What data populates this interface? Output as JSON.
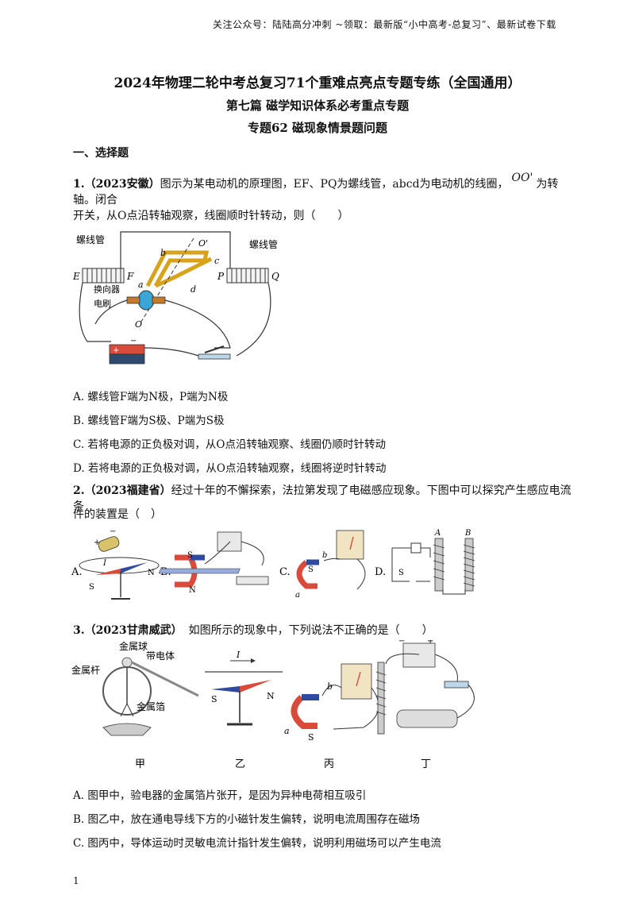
{
  "header_note": "关注公众号：陆陆高分冲刺 ~领取：最新版“小中高考-总复习”、最新试卷下载",
  "title_main": "2024年物理二轮中考总复习71个重难点亮点专题专练（全国通用）",
  "title_part": "第七篇 磁学知识体系必考重点专题",
  "title_topic": "专题62 磁现象情景题问题",
  "section1": "一、选择题",
  "q1": {
    "source": "1.（2023安徽）",
    "stem_a": "图示为某电动机的原理图，EF、PQ为螺线管，abcd为电动机的线圈，",
    "oo": "OO'",
    "stem_b": "为转轴。闭合",
    "stem_c": "开关，从O点沿转轴观察，线圈顺时针转动，则（　　）",
    "fig": {
      "coil_left": "螺线管",
      "coil_right": "螺线管",
      "E": "E",
      "F": "F",
      "P": "P",
      "Q": "Q",
      "a": "a",
      "b": "b",
      "c": "c",
      "d": "d",
      "O": "O",
      "Oprime": "O'",
      "commutator": "换向器",
      "brush": "电刷",
      "plus": "+",
      "minus": "−"
    },
    "options": [
      "A. 螺线管F端为N极，P端为N极",
      "B. 螺线管F端为S极、P端为S极",
      "C. 若将电源的正负极对调，从O点沿转轴观察、线圈仍顺时针转动",
      "D. 若将电源的正负极对调，从O点沿转轴观察，线圈将逆时针转动"
    ]
  },
  "q2": {
    "source": "2.（2023福建省）",
    "stem_a": "经过十年的不懈探索，法拉第发现了电磁感应现象。下图中可以探究产生感应电流条",
    "stem_b": "件的装置是（　）",
    "labels": [
      "A.",
      "B.",
      "C.",
      "D."
    ],
    "fig": {
      "I": "I",
      "S": "S",
      "N": "N",
      "a": "a",
      "b": "b",
      "A": "A",
      "B": "B",
      "plus": "+",
      "minus": "−"
    }
  },
  "q3": {
    "source": "3.（2023甘肃威武）",
    "stem": "如图所示的现象中，下列说法不正确的是（　　）",
    "fig": {
      "ball": "金属球",
      "rod": "金属杆",
      "charged": "带电体",
      "foil": "金属箔",
      "I": "I",
      "S": "S",
      "N": "N",
      "a": "a",
      "b": "b",
      "plus": "+",
      "minus": "−"
    },
    "captions": [
      "甲",
      "乙",
      "丙",
      "丁"
    ],
    "options": [
      "A. 图甲中，验电器的金属箔片张开，是因为异种电荷相互吸引",
      "B. 图乙中，放在通电导线下方的小磁针发生偏转，说明电流周围存在磁场",
      "C. 图丙中，导体运动时灵敏电流计指针发生偏转，说明利用磁场可以产生电流"
    ]
  },
  "page_number": "1"
}
